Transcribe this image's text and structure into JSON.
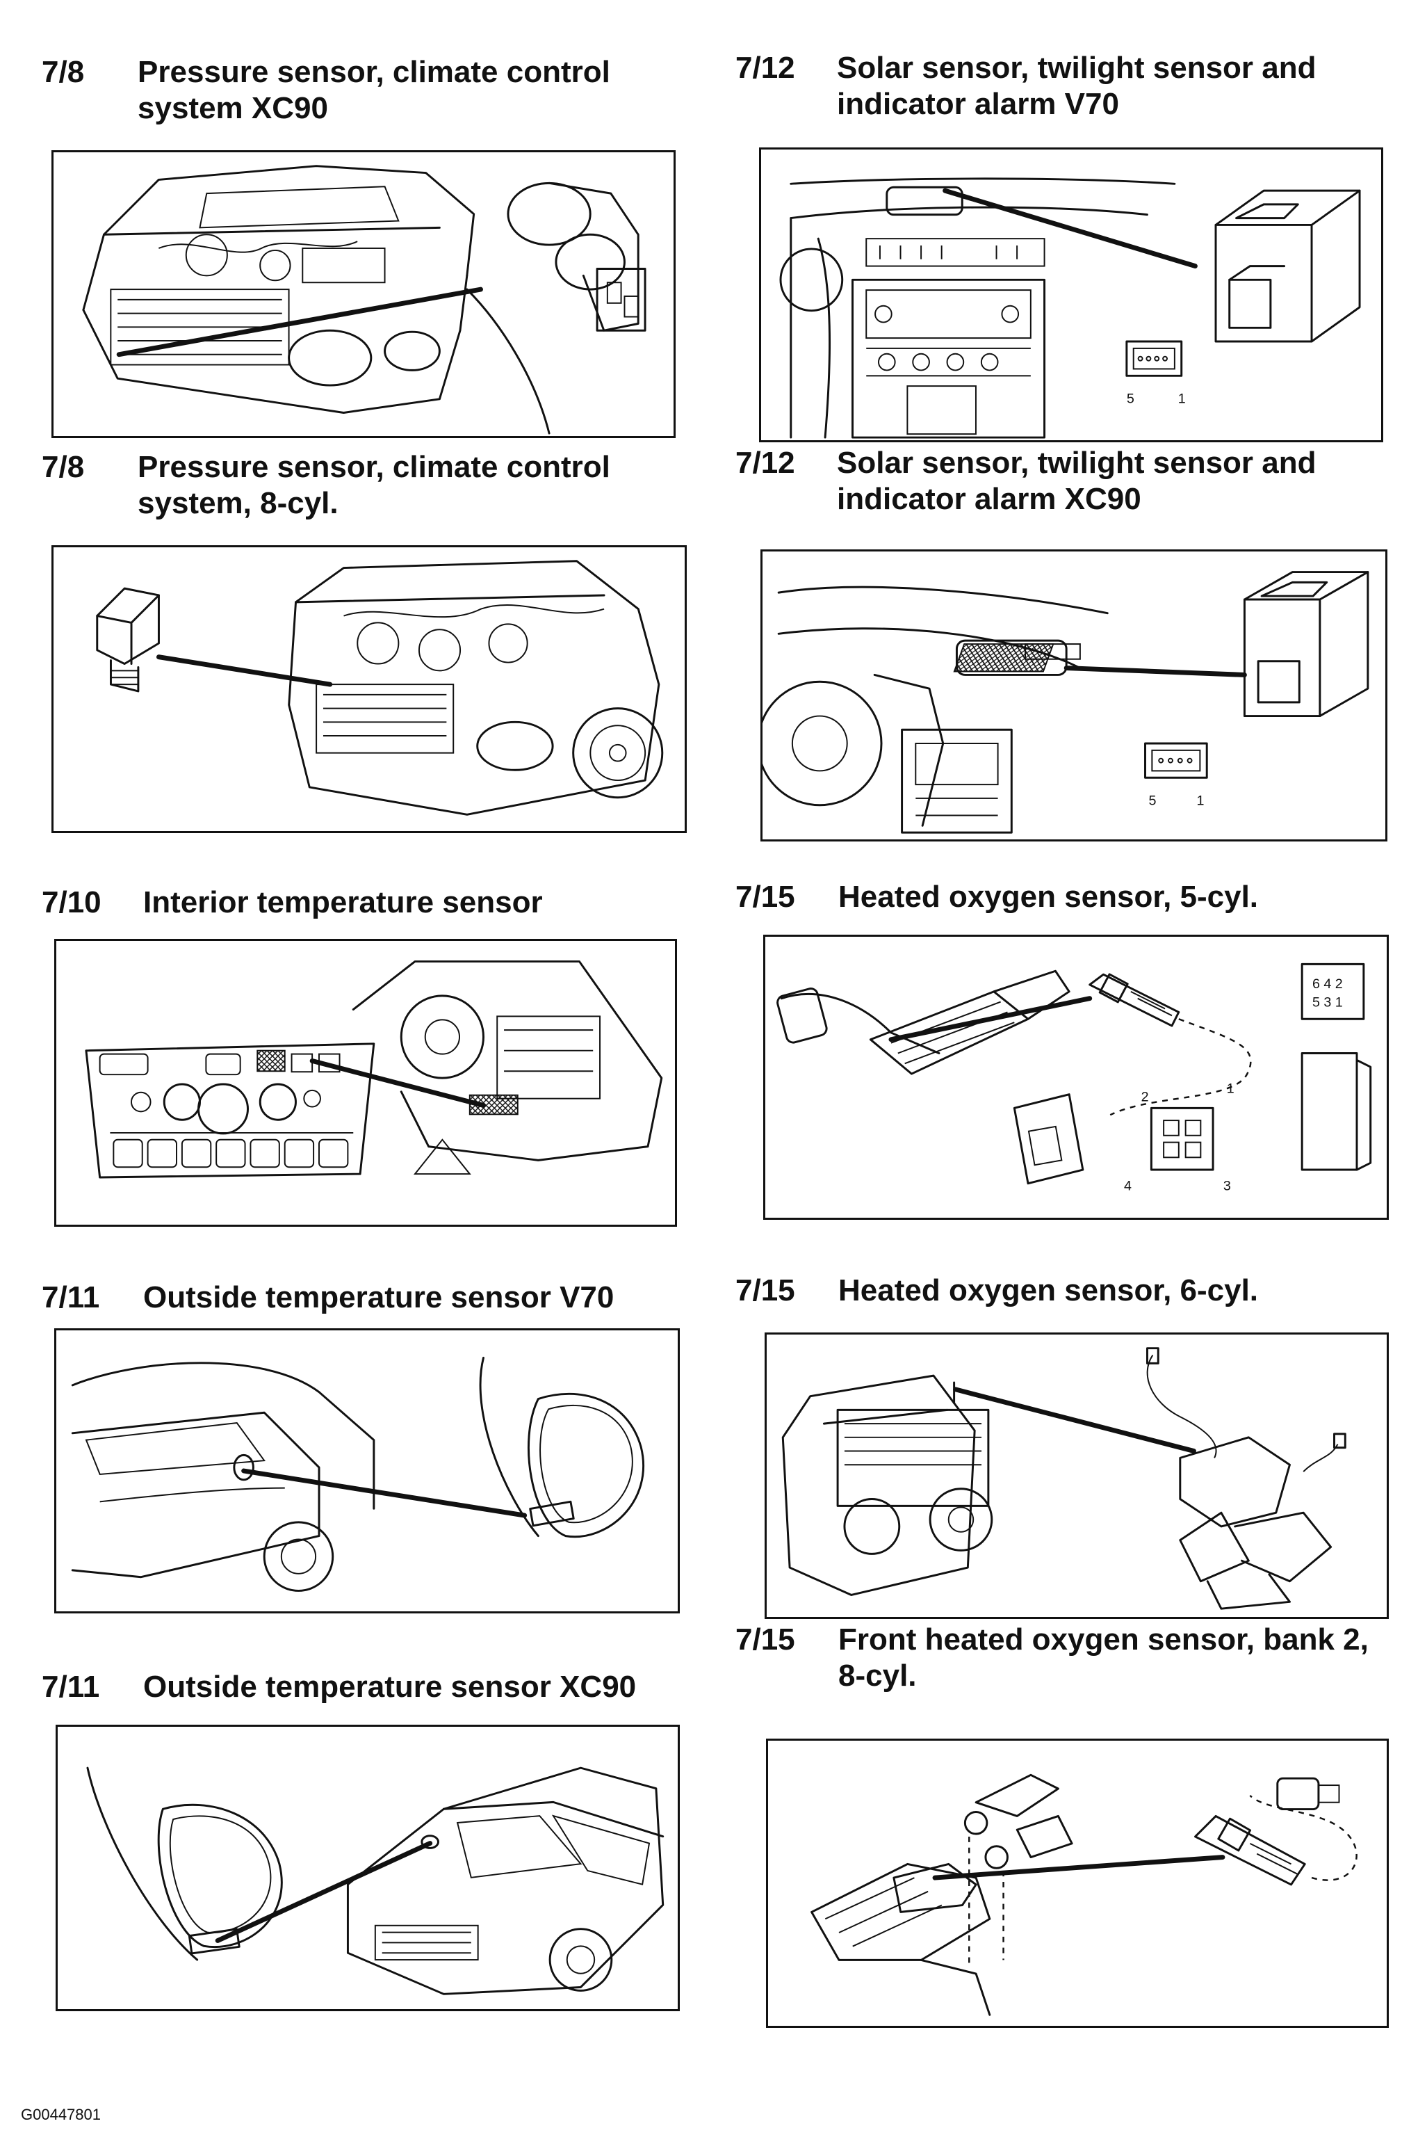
{
  "sections": [
    {
      "number": "7/8",
      "lines": [
        "Pressure sensor, climate control",
        "system XC90"
      ]
    },
    {
      "number": "7/12",
      "lines": [
        "Solar sensor, twilight sensor and",
        "indicator alarm V70"
      ]
    },
    {
      "number": "7/8",
      "lines": [
        "Pressure sensor, climate control",
        "system, 8-cyl."
      ]
    },
    {
      "number": "7/12",
      "lines": [
        "Solar sensor, twilight sensor and",
        "indicator alarm XC90"
      ]
    },
    {
      "number": "7/10",
      "lines": [
        "Interior temperature sensor"
      ]
    },
    {
      "number": "7/15",
      "lines": [
        "Heated oxygen sensor, 5-cyl."
      ]
    },
    {
      "number": "7/11",
      "lines": [
        "Outside temperature sensor V70"
      ]
    },
    {
      "number": "7/15",
      "lines": [
        "Heated oxygen sensor, 6-cyl."
      ]
    },
    {
      "number": "7/15",
      "lines": [
        "Front heated oxygen sensor, bank 2,",
        "8-cyl."
      ]
    },
    {
      "number": "7/11",
      "lines": [
        "Outside temperature sensor XC90"
      ]
    }
  ],
  "pin_labels": {
    "solar_v70": [
      "5",
      "1"
    ],
    "solar_xc90": [
      "5",
      "1"
    ],
    "oxy5_plug": [
      "6 4 2",
      "5 3 1"
    ],
    "oxy5_connector": [
      "2",
      "1",
      "4",
      "3"
    ]
  },
  "footer": {
    "code": "G00447801"
  }
}
